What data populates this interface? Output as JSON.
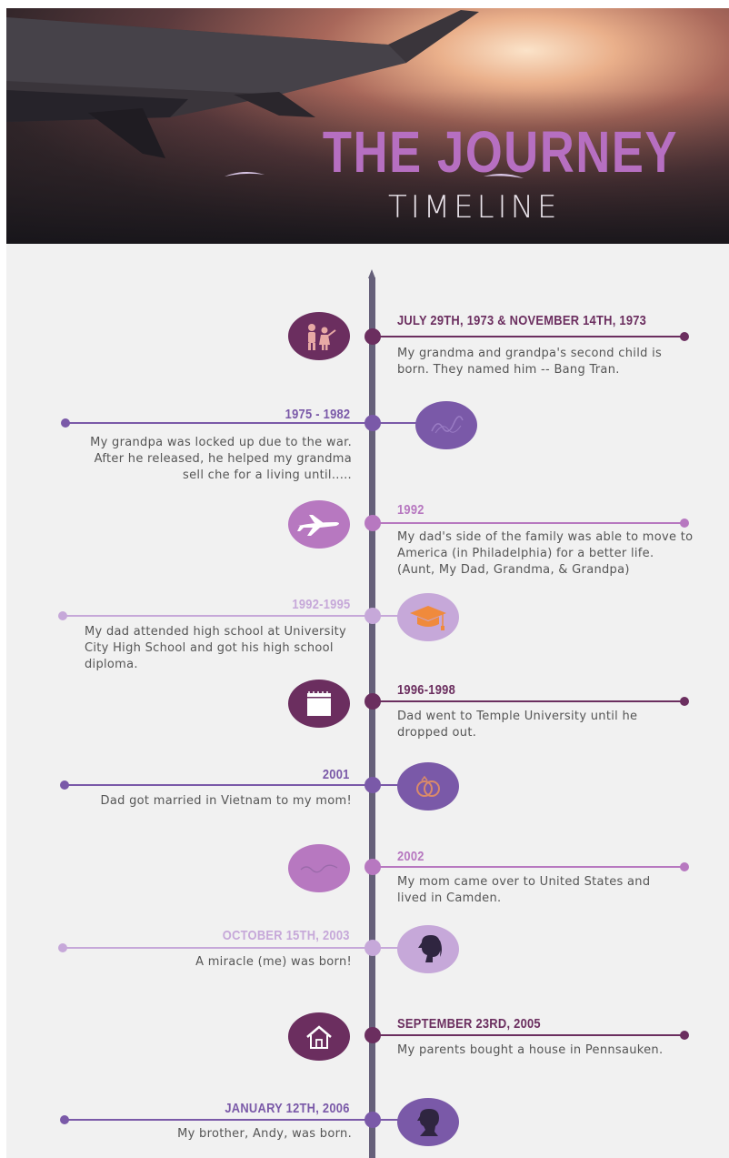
{
  "header": {
    "title": "THE JOURNEY",
    "subtitle": "TIMELINE"
  },
  "colors": {
    "dark_plum": "#6b2e5f",
    "purple": "#7a59a8",
    "orchid": "#b778c0",
    "lavender": "#c6a8d9",
    "spine": "#66607a",
    "title_purple": "#b66fc1",
    "background": "#f1f1f1"
  },
  "events": [
    {
      "date": "JULY 29TH, 1973 & NOVEMBER 14TH, 1973",
      "lines": [
        "My grandma and grandpa's second child is",
        "born. They named him -- Bang Tran."
      ],
      "icon": "children-icon"
    },
    {
      "date": "1975 - 1982",
      "lines": [
        "My grandpa was locked up due to the war.",
        "After he released, he helped my grandma",
        "sell che for a living until....."
      ],
      "icon": "scribble-icon"
    },
    {
      "date": "1992",
      "lines": [
        "My dad's side of the family was able to move to",
        "America (in Philadelphia) for a better life.",
        "(Aunt, My Dad, Grandma, & Grandpa)"
      ],
      "icon": "airplane-icon"
    },
    {
      "date": "1992-1995",
      "lines": [
        "My dad attended high school at University",
        "City High School and got his high school",
        "diploma."
      ],
      "icon": "graduation-cap-icon"
    },
    {
      "date": "1996-1998",
      "lines": [
        "Dad went to Temple University until he",
        "dropped out."
      ],
      "icon": "calendar-icon"
    },
    {
      "date": "2001",
      "lines": [
        "Dad got married in Vietnam to my mom!"
      ],
      "icon": "wedding-rings-icon"
    },
    {
      "date": "2002",
      "lines": [
        "My mom came over to United States and",
        "lived in Camden."
      ],
      "icon": "scribble-icon"
    },
    {
      "date": "OCTOBER 15TH, 2003",
      "lines": [
        "A miracle (me) was born!"
      ],
      "icon": "girl-silhouette-icon"
    },
    {
      "date": "SEPTEMBER 23RD, 2005",
      "lines": [
        "My parents bought a house in Pennsauken."
      ],
      "icon": "house-icon"
    },
    {
      "date": "JANUARY 12TH, 2006",
      "lines": [
        "My brother, Andy, was born."
      ],
      "icon": "boy-silhouette-icon"
    }
  ]
}
